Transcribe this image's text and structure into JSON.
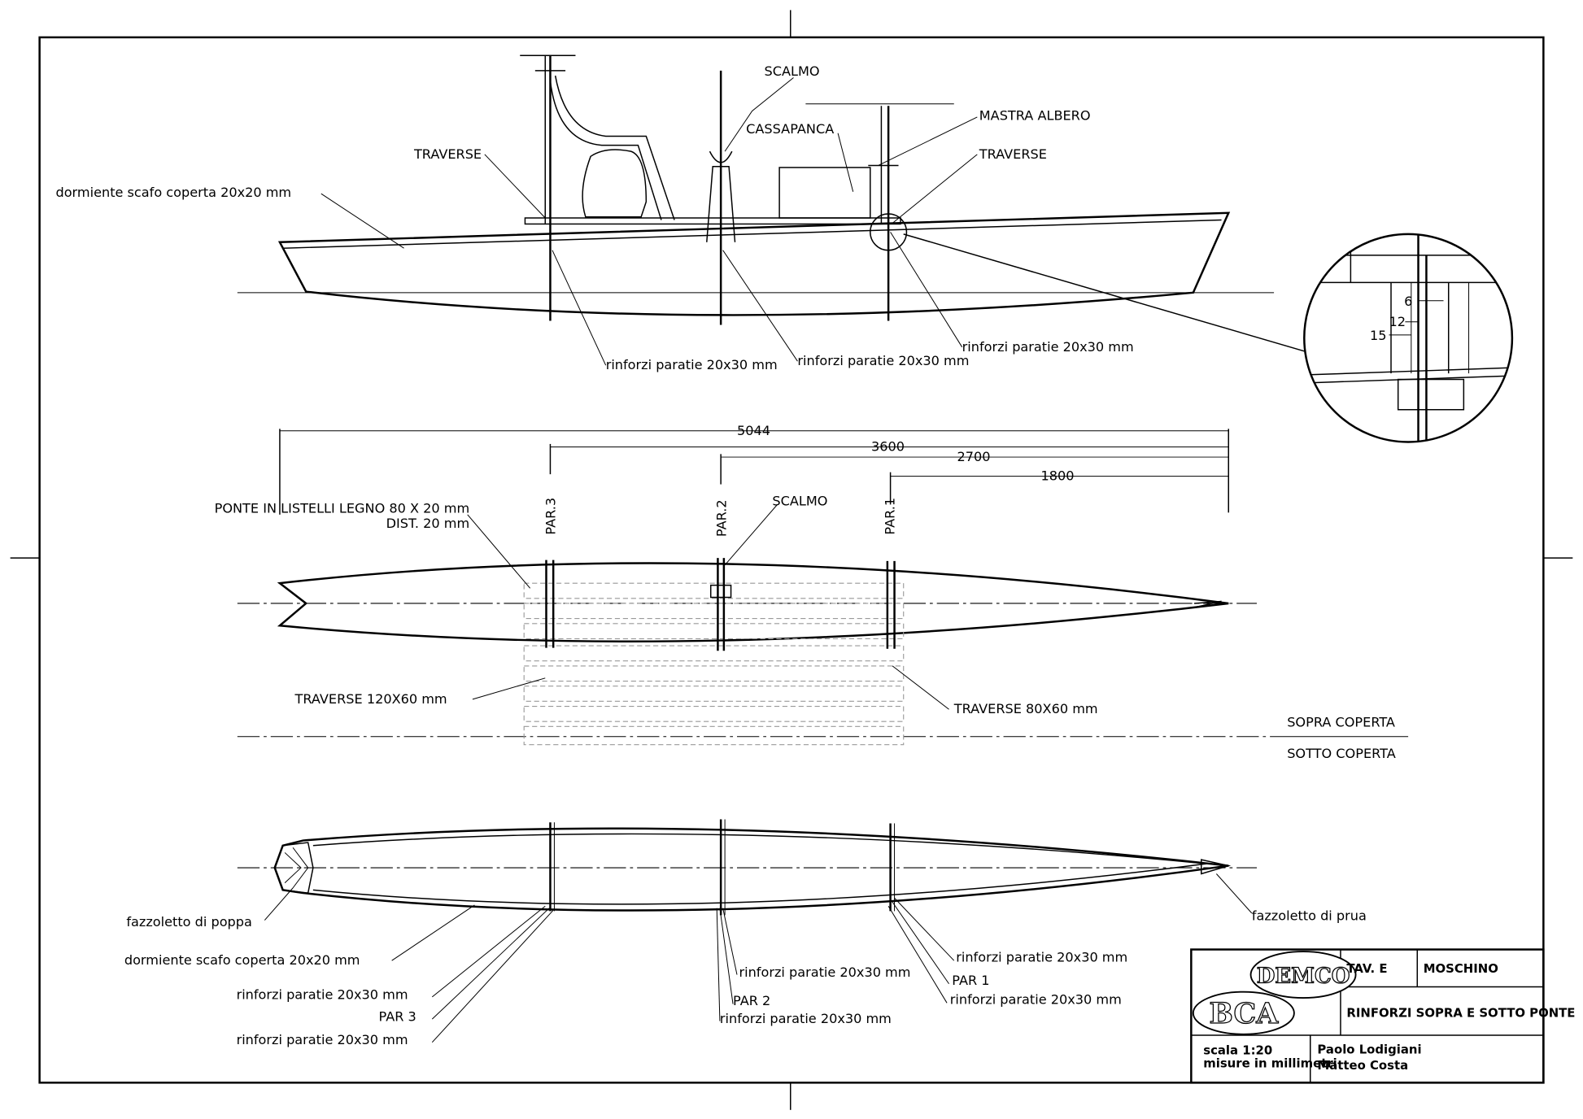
{
  "side_view": {
    "labels": {
      "scalmo": "SCALMO",
      "cassapanca": "CASSAPANCA",
      "mastra_albero": "MASTRA ALBERO",
      "traverse_left": "TRAVERSE",
      "traverse_right": "TRAVERSE",
      "dormiente": "dormiente scafo coperta 20x20 mm",
      "rinforzi_1": "rinforzi paratie 20x30 mm",
      "rinforzi_2": "rinforzi paratie 20x30 mm",
      "rinforzi_3": "rinforzi paratie 20x30 mm"
    }
  },
  "detail": {
    "dims": [
      "6",
      "12",
      "15"
    ]
  },
  "plan_view": {
    "dimensions": [
      "5044",
      "3600",
      "2700",
      "1800"
    ],
    "bulkheads": [
      "PAR.3",
      "PAR.2",
      "PAR.1"
    ],
    "labels": {
      "ponte": "PONTE IN LISTELLI LEGNO 80 X 20 mm",
      "dist": "DIST. 20 mm",
      "scalmo": "SCALMO",
      "traverse_120": "TRAVERSE 120X60 mm",
      "traverse_80": "TRAVERSE 80X60 mm",
      "sopra": "SOPRA COPERTA",
      "sotto": "SOTTO COPERTA"
    }
  },
  "bottom_view": {
    "labels": {
      "fazzoletto_poppa": "fazzoletto di poppa",
      "fazzoletto_prua": "fazzoletto di prua",
      "dormiente": "dormiente scafo coperta 20x20 mm",
      "rinforzi_a": "rinforzi paratie 20x30 mm",
      "par3": "PAR 3",
      "rinforzi_b": "rinforzi paratie 20x30 mm",
      "rinforzi_c": "rinforzi paratie 20x30 mm",
      "par2": "PAR 2",
      "rinforzi_d": "rinforzi paratie 20x30 mm",
      "rinforzi_e": "rinforzi paratie 20x30 mm",
      "par1": "PAR 1",
      "rinforzi_f": "rinforzi paratie 20x30 mm"
    }
  },
  "title_block": {
    "logo_1": "DEMCO",
    "logo_2": "BCA",
    "sheet": "TAV. E",
    "project": "MOSCHINO",
    "title": "RINFORZI SOPRA E SOTTO PONTE",
    "scale": "scala 1:20",
    "units": "misure in millimetri",
    "author_1": "Paolo Lodigiani",
    "author_2": "Matteo Costa"
  }
}
